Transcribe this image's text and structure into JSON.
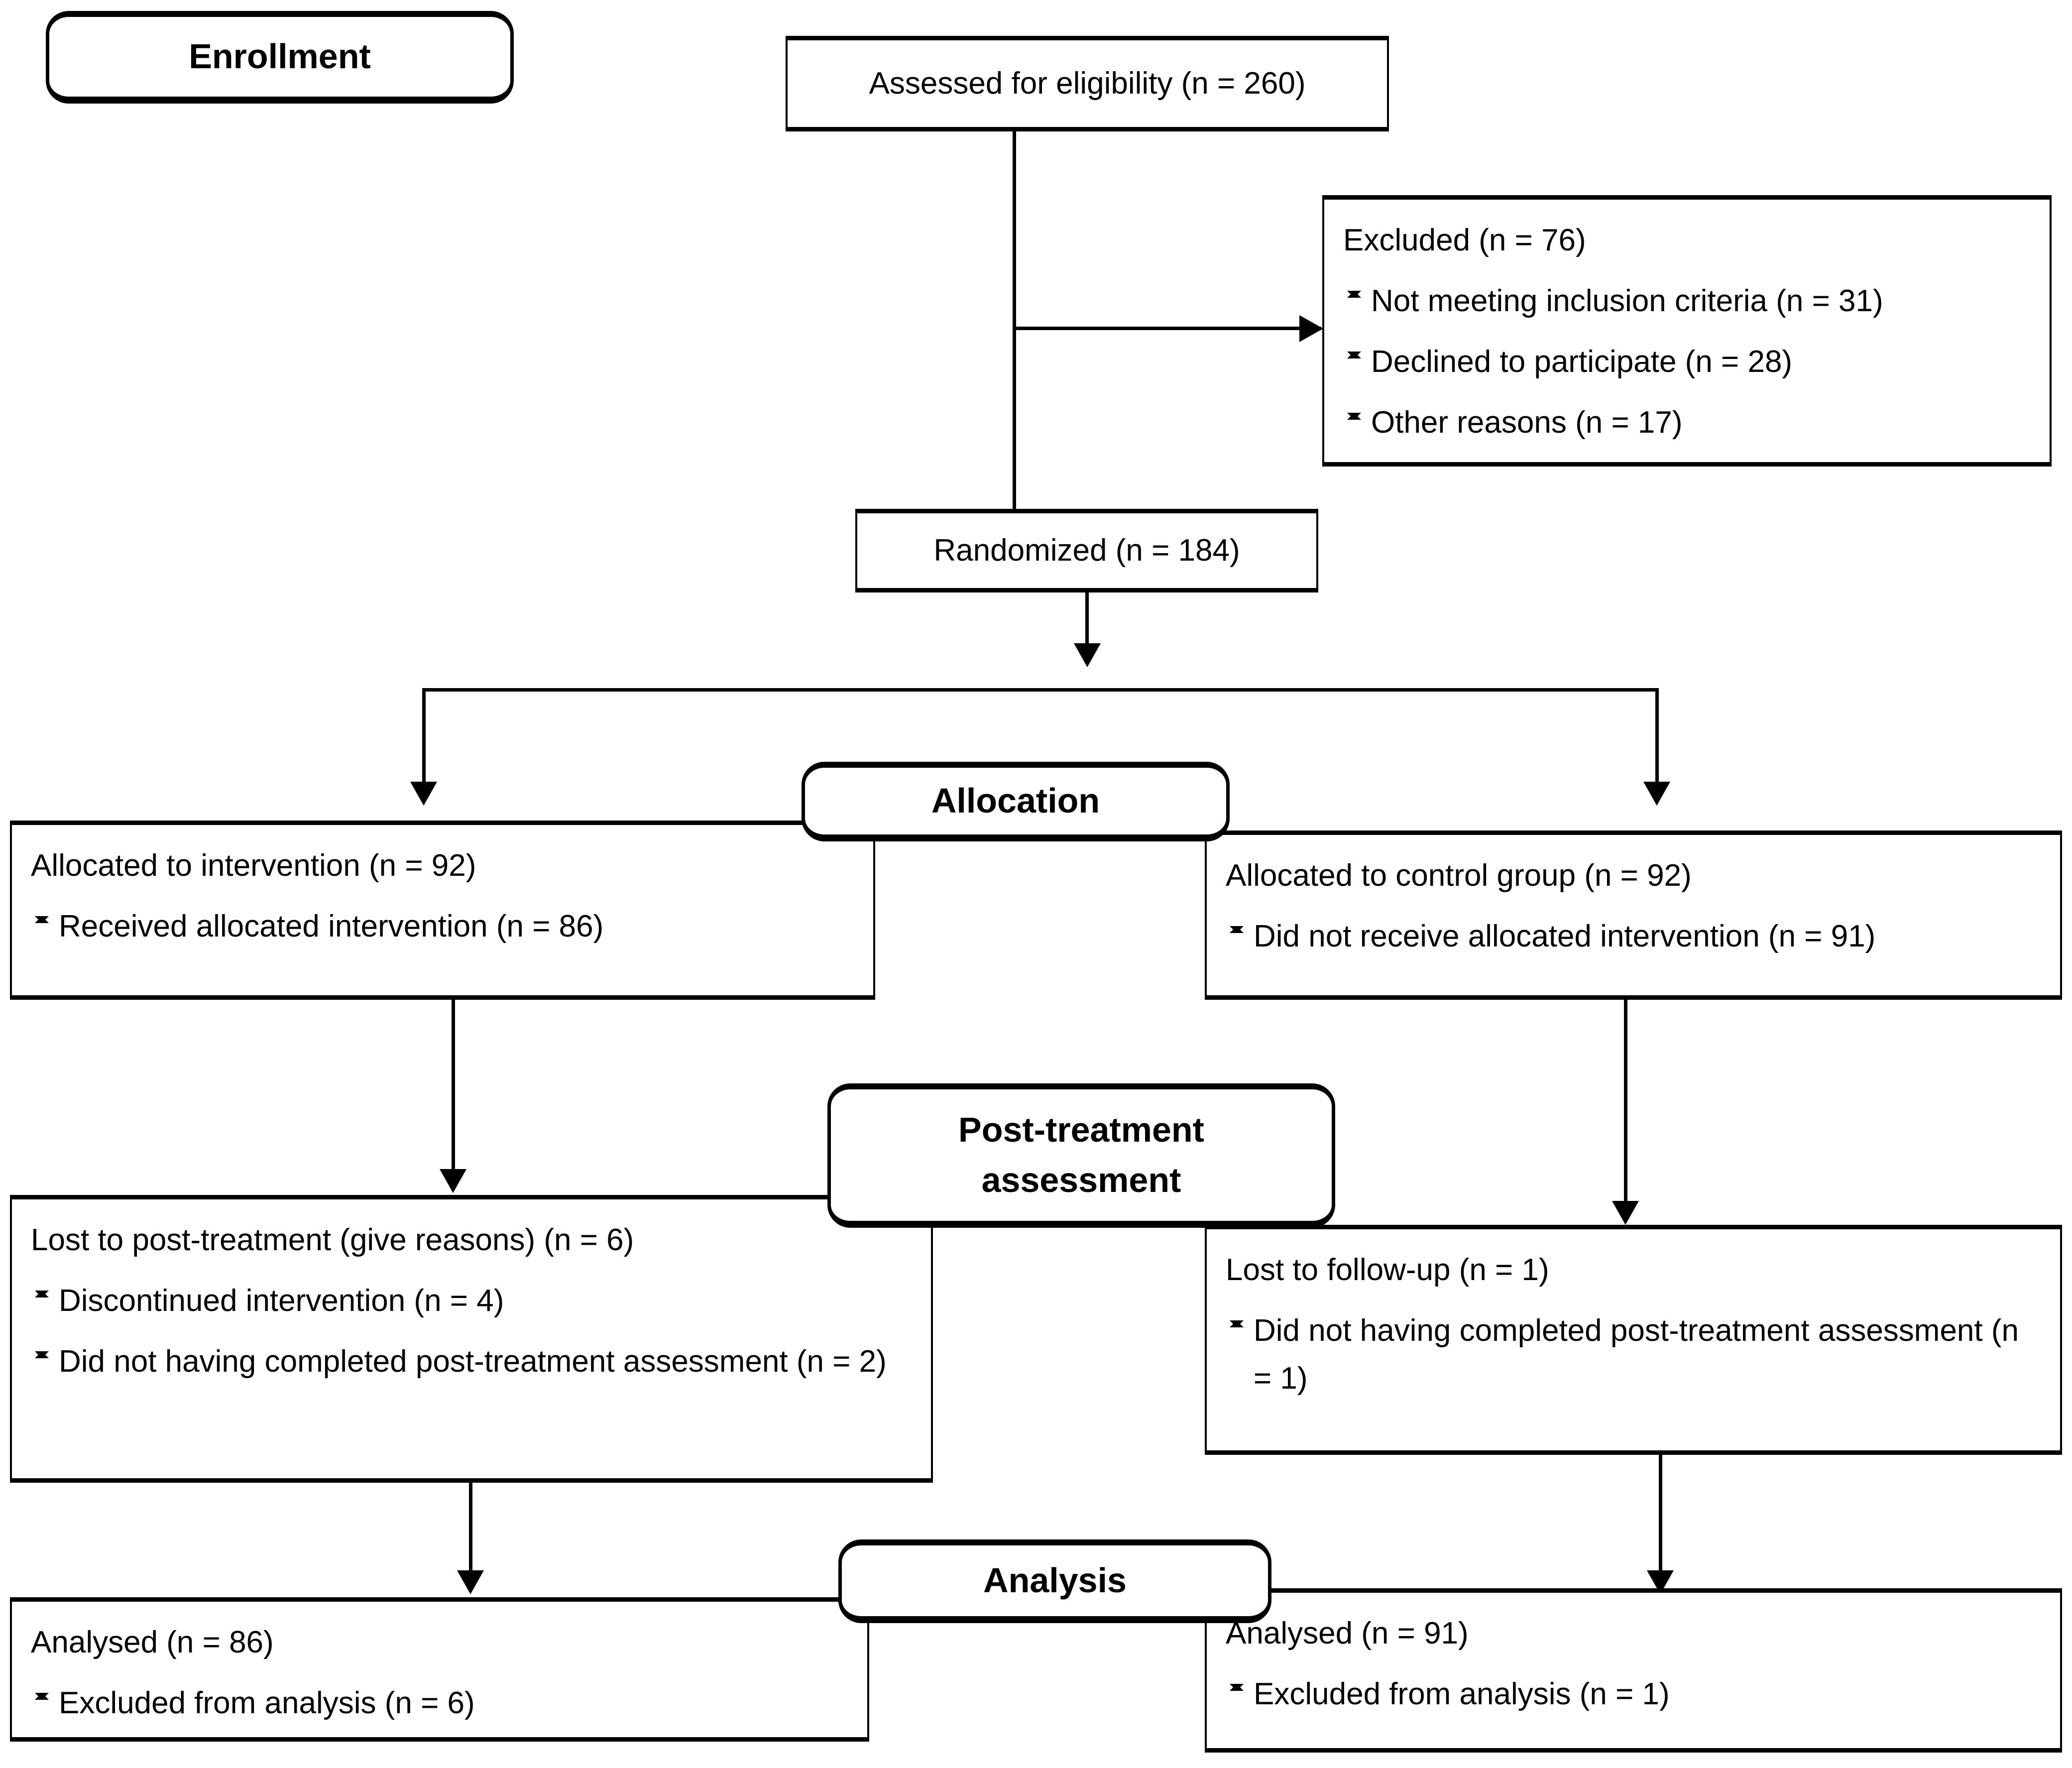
{
  "diagram": {
    "title": "CONSORT participant flow diagram",
    "type": "flowchart",
    "line_color": "#000000",
    "box_fill": "#ffffff"
  },
  "stages": {
    "enrollment": "Enrollment",
    "allocation": "Allocation",
    "post_treatment_line1": "Post-treatment",
    "post_treatment_line2": "assessment",
    "analysis": "Analysis"
  },
  "enrollment": {
    "assessed": "Assessed for eligibility (n = 260)",
    "excluded_heading": "Excluded (n = 76)",
    "excluded_reasons": [
      "Not meeting inclusion criteria (n = 31)",
      "Declined to participate (n = 28)",
      "Other reasons (n = 17)"
    ],
    "randomized": "Randomized (n = 184)"
  },
  "allocation": {
    "intervention": {
      "heading": "Allocated to intervention (n = 92)",
      "items": [
        "Received allocated intervention (n = 86)"
      ]
    },
    "control": {
      "heading": "Allocated to control group (n = 92)",
      "items": [
        "Did not receive allocated intervention (n = 91)"
      ]
    }
  },
  "post_treatment": {
    "intervention": {
      "heading": "Lost to post-treatment (give reasons) (n = 6)",
      "items": [
        "Discontinued intervention (n = 4)",
        "Did not having completed post-treatment assessment (n = 2)"
      ]
    },
    "control": {
      "heading": "Lost to follow-up (n = 1)",
      "items": [
        "Did not having completed post-treatment assessment (n = 1)"
      ]
    }
  },
  "analysis": {
    "intervention": {
      "heading": "Analysed (n = 86)",
      "items": [
        "Excluded from analysis (n = 6)"
      ]
    },
    "control": {
      "heading": "Analysed (n = 91)",
      "items": [
        "Excluded from analysis (n = 1)"
      ]
    }
  }
}
